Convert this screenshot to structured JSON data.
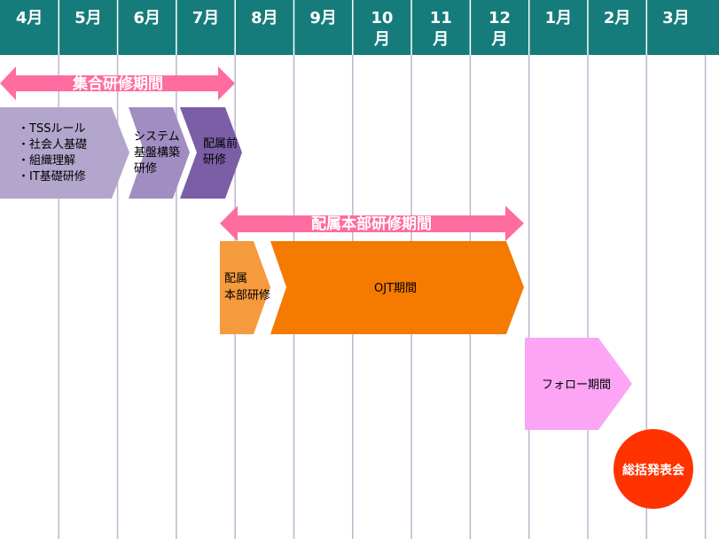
{
  "months": [
    "4月",
    "5月",
    "6月",
    "7月",
    "8月",
    "9月",
    "10月",
    "11月",
    "12月",
    "1月",
    "2月",
    "3月"
  ],
  "periods": {
    "group_training": "集合研修期間",
    "dept_training": "配属本部研修期間"
  },
  "phases": {
    "intro": [
      "・TSSルール",
      "・社会人基礎",
      "・組織理解",
      "・IT基礎研修"
    ],
    "system": [
      "システム",
      "基盤構築",
      "研修"
    ],
    "pre_assign": [
      "配属前",
      "研修"
    ],
    "dept": [
      "配属",
      "本部研修"
    ],
    "ojt": "OJT期間",
    "follow": "フォロー期間",
    "final": "総括発表会"
  },
  "colors": {
    "header": "#167c7b",
    "grid": "#bdb6cf",
    "period_arrow": "#ff6c9f",
    "phase1": "#b3a6cc",
    "phase2": "#a08dc1",
    "phase3": "#7b5ea5",
    "dept": "#f59a3d",
    "ojt": "#f47a00",
    "follow": "#fba5f4",
    "final": "#ff3300"
  }
}
